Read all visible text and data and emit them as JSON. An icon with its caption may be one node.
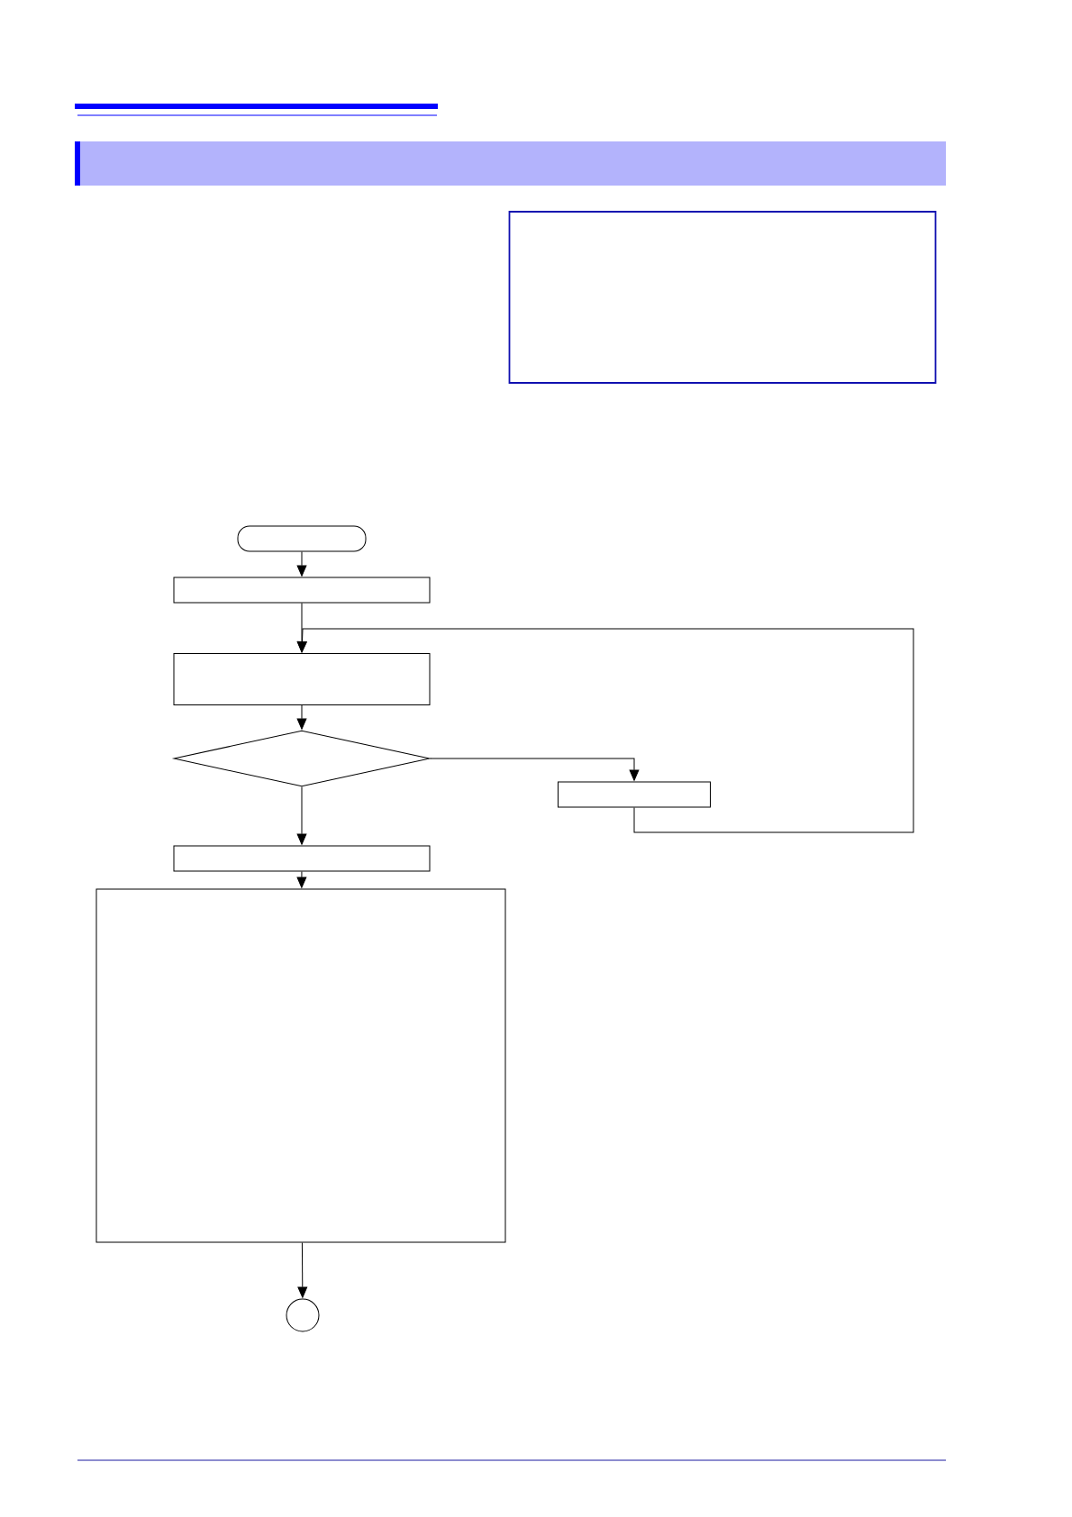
{
  "diagram": {
    "nodes": [
      {
        "text": [],
        "shape": "box"
      },
      {
        "text": [],
        "shape": "box"
      },
      {
        "text": [],
        "shape": "box"
      },
      {
        "text": [],
        "shape": "box"
      },
      {
        "text": [],
        "shape": "diamond"
      },
      {
        "text": [],
        "shape": "box"
      },
      {
        "text": [],
        "shape": "box"
      },
      {
        "text": [],
        "shape": "box"
      },
      {
        "text": [],
        "shape": "circle"
      }
    ],
    "edges": [
      {
        "from": 1,
        "to": 2,
        "arrow": "to"
      },
      {
        "from": 2,
        "to": 3,
        "arrow": "to"
      },
      {
        "from": 3,
        "to": 4,
        "arrow": "to"
      },
      {
        "from": 4,
        "to": 5,
        "arrow": "to"
      },
      {
        "from": 5,
        "to": 3,
        "arrow": "to"
      },
      {
        "from": 4,
        "to": 6,
        "arrow": "to"
      },
      {
        "from": 6,
        "to": 7,
        "arrow": "to"
      },
      {
        "from": 7,
        "to": 8,
        "arrow": "to"
      }
    ]
  }
}
